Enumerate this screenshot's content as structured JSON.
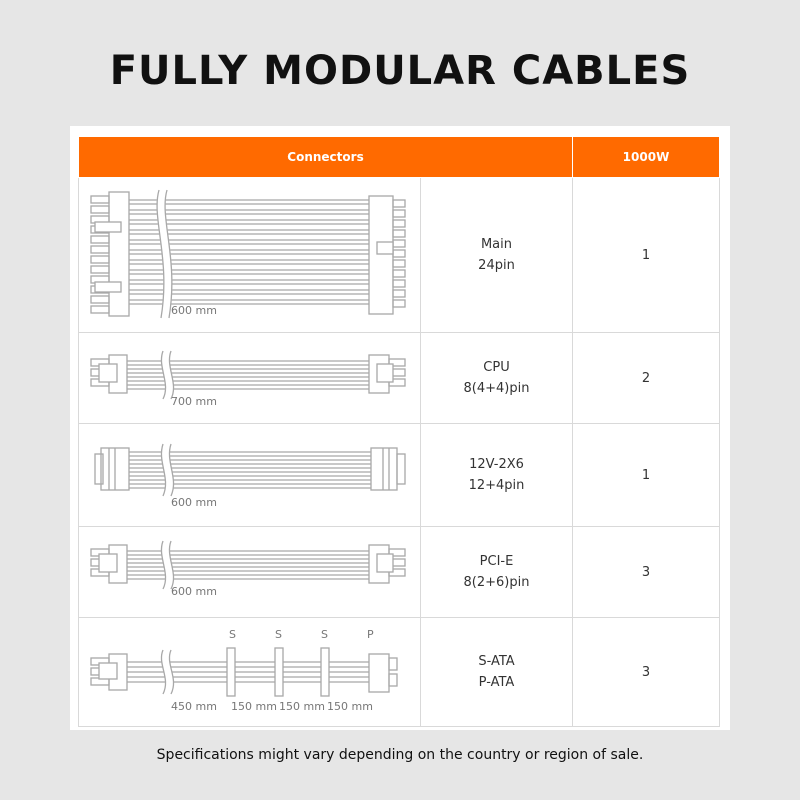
{
  "title": "FULLY MODULAR CABLES",
  "table": {
    "headers": {
      "connectors": "Connectors",
      "model": "1000W"
    },
    "rows": [
      {
        "name_line1": "Main",
        "name_line2": "24pin",
        "quantity": "1",
        "lengths": [
          "600 mm"
        ],
        "icon": "atx-24pin-cable-icon"
      },
      {
        "name_line1": "CPU",
        "name_line2": "8(4+4)pin",
        "quantity": "2",
        "lengths": [
          "700 mm"
        ],
        "icon": "cpu-8pin-cable-icon"
      },
      {
        "name_line1": "12V-2X6",
        "name_line2": "12+4pin",
        "quantity": "1",
        "lengths": [
          "600 mm"
        ],
        "icon": "12v-2x6-cable-icon"
      },
      {
        "name_line1": "PCI-E",
        "name_line2": "8(2+6)pin",
        "quantity": "3",
        "lengths": [
          "600 mm"
        ],
        "icon": "pcie-8pin-cable-icon"
      },
      {
        "name_line1": "S-ATA",
        "name_line2": "P-ATA",
        "quantity": "3",
        "lengths": [
          "450 mm",
          "150 mm",
          "150 mm",
          "150 mm"
        ],
        "connector_labels": [
          "S",
          "S",
          "S",
          "P"
        ],
        "icon": "sata-cable-icon"
      }
    ]
  },
  "footnote": "Specifications might vary depending on the country or region of sale.",
  "colors": {
    "accent": "#ff6a00",
    "background": "#e6e6e6",
    "line": "#a8a8a8"
  }
}
